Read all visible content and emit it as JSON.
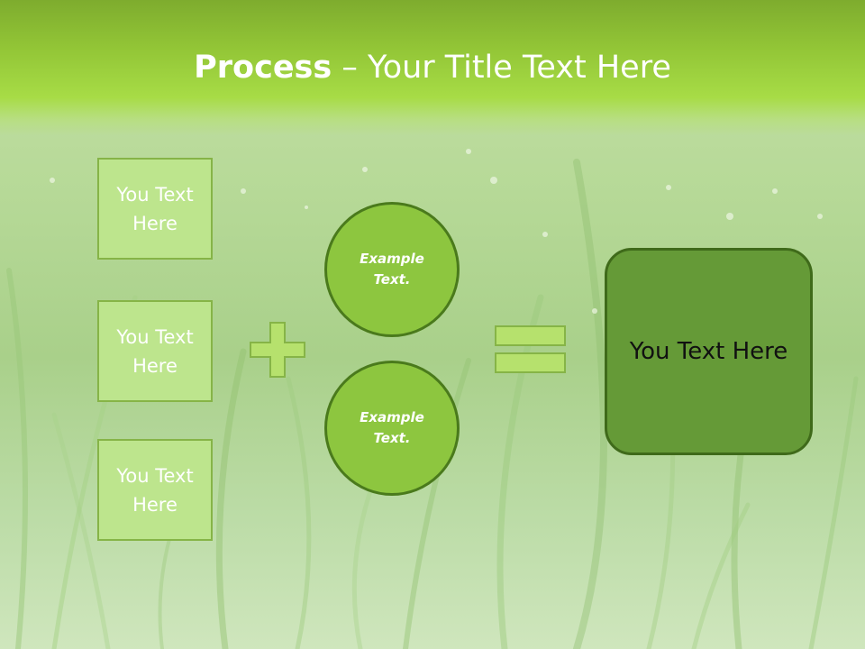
{
  "title": {
    "bold": "Process",
    "rest": " – Your Title Text Here"
  },
  "boxes": [
    {
      "label": "You Text Here"
    },
    {
      "label": "You Text Here"
    },
    {
      "label": "You Text Here"
    }
  ],
  "circles": [
    {
      "label": "Example Text."
    },
    {
      "label": "Example Text."
    }
  ],
  "result": {
    "label": "You Text Here"
  },
  "operators": {
    "plus": "plus-icon",
    "equals": "equals-icon"
  },
  "colors": {
    "header_green": "#a7dc46",
    "box_fill": "#bde58d",
    "circle_fill": "#8dc63f",
    "result_fill": "#659a37",
    "operator_fill": "#b6e16d"
  }
}
